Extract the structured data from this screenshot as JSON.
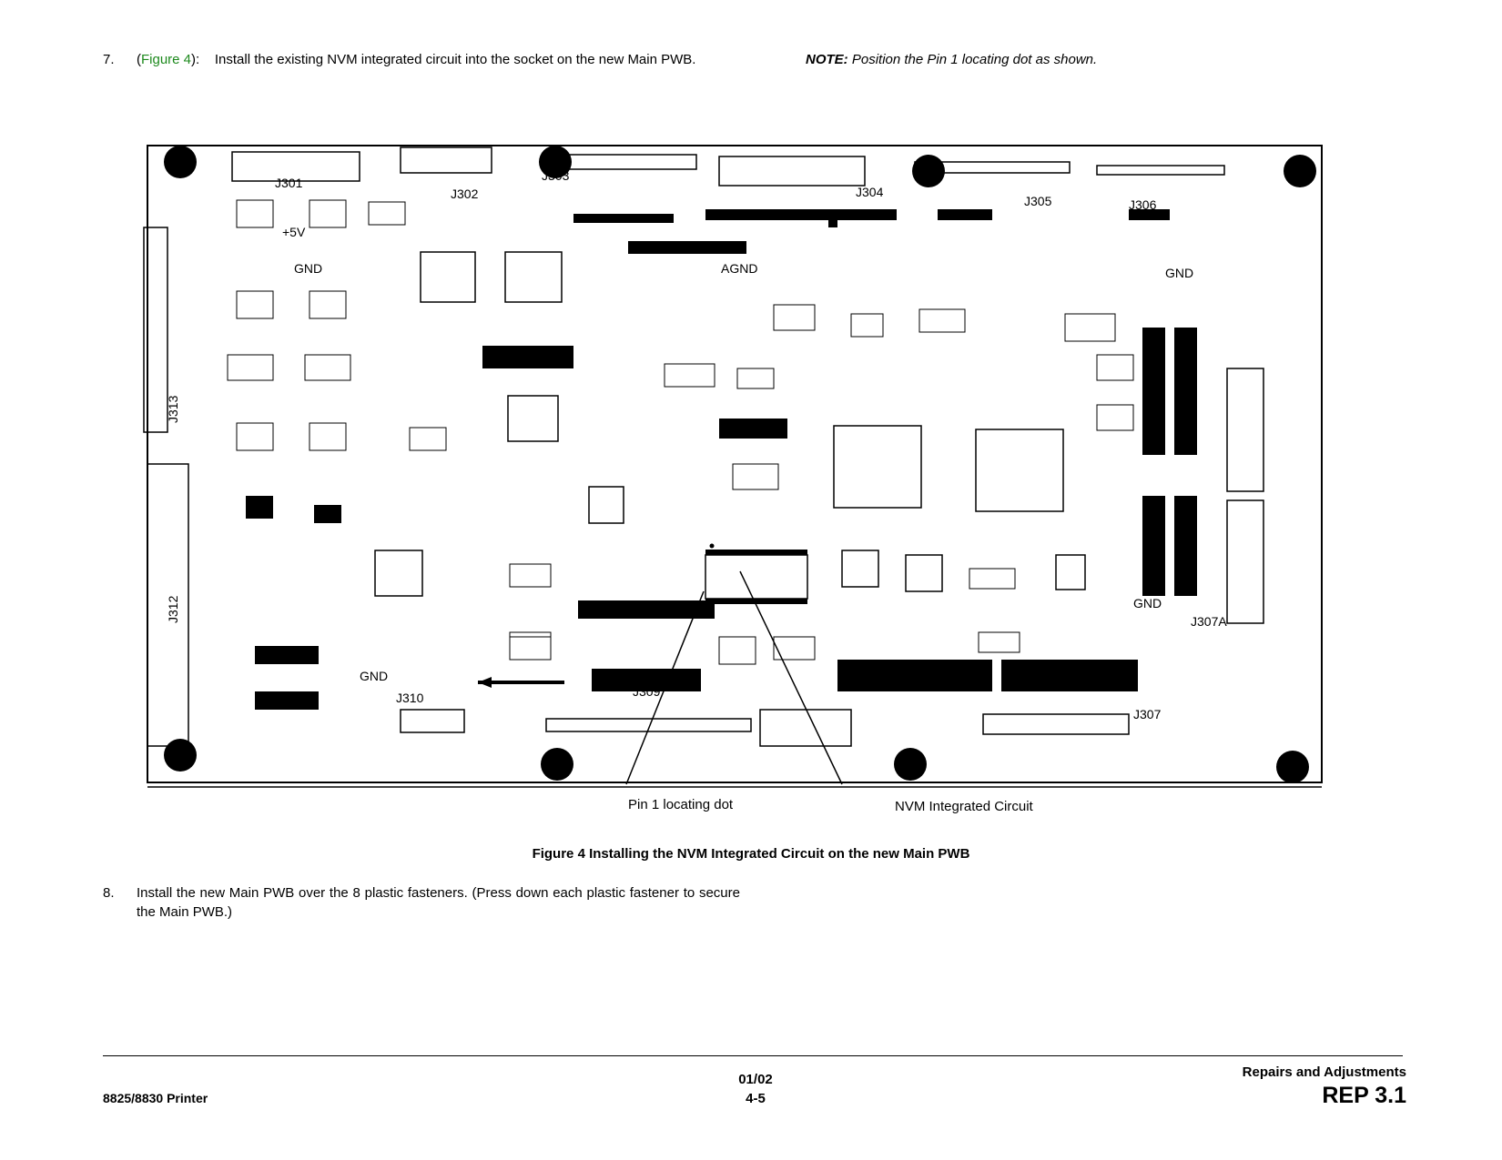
{
  "step7": {
    "number": "7.",
    "paren_open": "(",
    "figure_link": "Figure 4",
    "paren_close": "):",
    "text": "Install the existing NVM integrated circuit into the socket on the new Main PWB."
  },
  "note": {
    "label": "NOTE:",
    "text": "Position the Pin 1 locating dot as shown."
  },
  "figure": {
    "board_labels": {
      "j301": "J301",
      "j302": "J302",
      "j303": "J303",
      "j304": "J304",
      "j305": "J305",
      "j306": "J306",
      "j307": "J307",
      "j307a": "J307A",
      "j309": "J309",
      "j310": "J310",
      "j312": "J312",
      "j313": "J313",
      "gnd": "GND",
      "agnd": "AGND",
      "plus5v": "+5V"
    },
    "callout_pin1": "Pin 1 locating dot",
    "callout_nvm": "NVM Integrated Circuit",
    "caption": "Figure 4  Installing the NVM Integrated Circuit on the new Main PWB"
  },
  "step8": {
    "number": "8.",
    "text": "Install the new Main PWB over the 8 plastic fasteners. (Press down each plastic fastener to secure the Main PWB.)"
  },
  "footer": {
    "product": "8825/8830 Printer",
    "date": "01/02",
    "page": "4-5",
    "section": "Repairs and Adjustments",
    "rep": "REP 3.1"
  }
}
